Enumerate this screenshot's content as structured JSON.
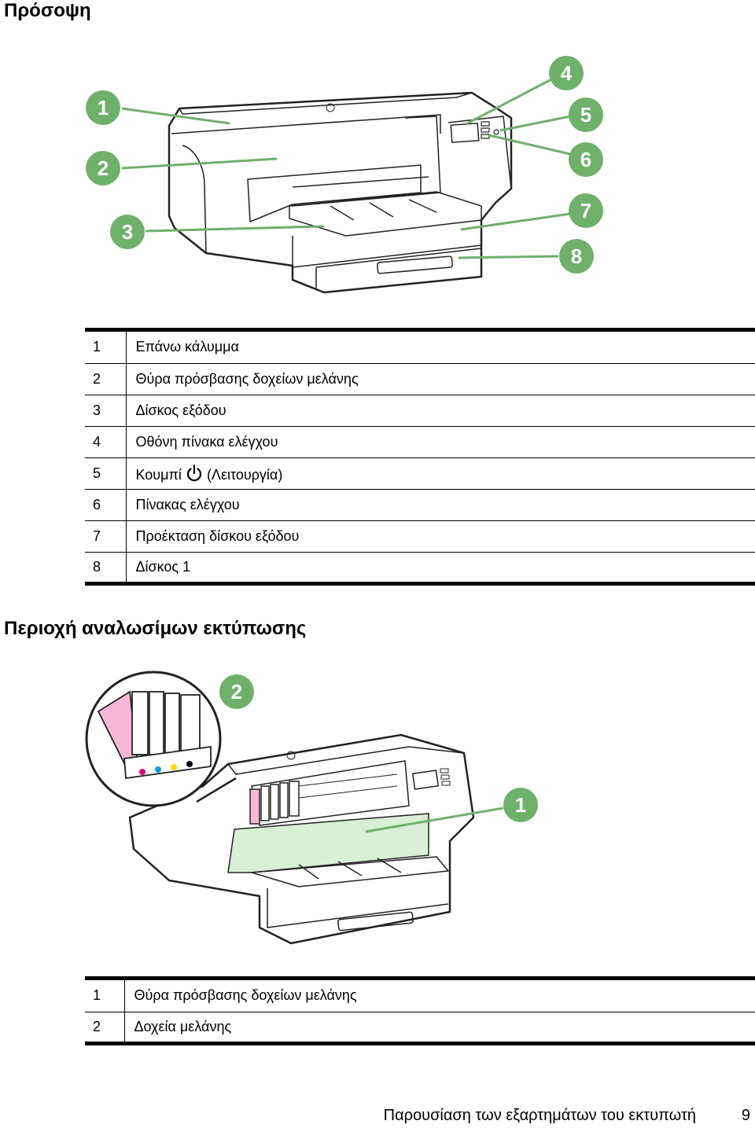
{
  "front": {
    "heading": "Πρόσοψη",
    "callouts": [
      "1",
      "2",
      "3",
      "4",
      "5",
      "6",
      "7",
      "8"
    ],
    "legend": [
      {
        "num": "1",
        "label": "Επάνω κάλυμμα"
      },
      {
        "num": "2",
        "label": "Θύρα πρόσβασης δοχείων μελάνης"
      },
      {
        "num": "3",
        "label": "Δίσκος εξόδου"
      },
      {
        "num": "4",
        "label": "Οθόνη πίνακα ελέγχου"
      },
      {
        "num": "5",
        "label_before": "Κουμπί",
        "icon": "power-icon",
        "label_after": "(Λειτουργία)"
      },
      {
        "num": "6",
        "label": "Πίνακας ελέγχου"
      },
      {
        "num": "7",
        "label": "Προέκταση δίσκου εξόδου"
      },
      {
        "num": "8",
        "label": "Δίσκος 1"
      }
    ]
  },
  "supplies": {
    "heading": "Περιοχή αναλωσίμων εκτύπωσης",
    "callouts": [
      "1",
      "2"
    ],
    "legend": [
      {
        "num": "1",
        "label": "Θύρα πρόσβασης δοχείων μελάνης"
      },
      {
        "num": "2",
        "label": "Δοχεία μελάνης"
      }
    ]
  },
  "colors": {
    "callout_green": "#6fb06b",
    "door_tint": "#d9efd6"
  },
  "footer": {
    "title": "Παρουσίαση των εξαρτημάτων του εκτυπωτή",
    "page": "9"
  }
}
